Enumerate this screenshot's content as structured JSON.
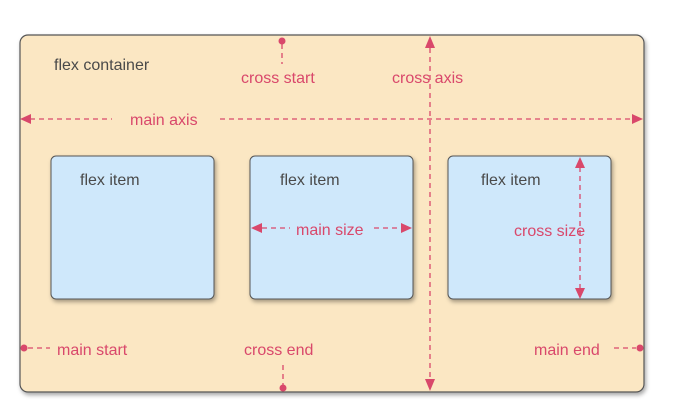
{
  "container": {
    "label": "flex container",
    "fill": "#fbe7c3",
    "stroke": "#555555"
  },
  "items": [
    {
      "label": "flex item"
    },
    {
      "label": "flex item"
    },
    {
      "label": "flex item"
    }
  ],
  "item_style": {
    "fill": "#cfe8fb",
    "stroke": "#555555"
  },
  "annotations": {
    "main_axis": "main axis",
    "cross_axis": "cross axis",
    "cross_start": "cross start",
    "cross_end": "cross end",
    "main_start": "main start",
    "main_end": "main end",
    "main_size": "main size",
    "cross_size": "cross size"
  },
  "colors": {
    "annotation": "#d9486b",
    "text_dark": "#4a4a4a"
  }
}
